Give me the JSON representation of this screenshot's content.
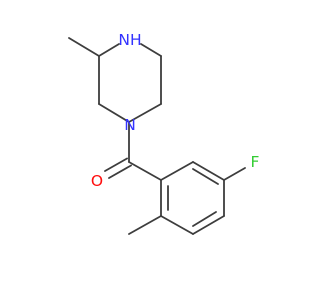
{
  "molecule": {
    "atoms": {
      "nh": "NH",
      "n": "N",
      "o": "O",
      "f": "F"
    },
    "colors": {
      "bond": "#3d3d3d",
      "nitrogen": "#3333ff",
      "oxygen": "#ff0d0d",
      "fluorine": "#33cc33"
    }
  }
}
